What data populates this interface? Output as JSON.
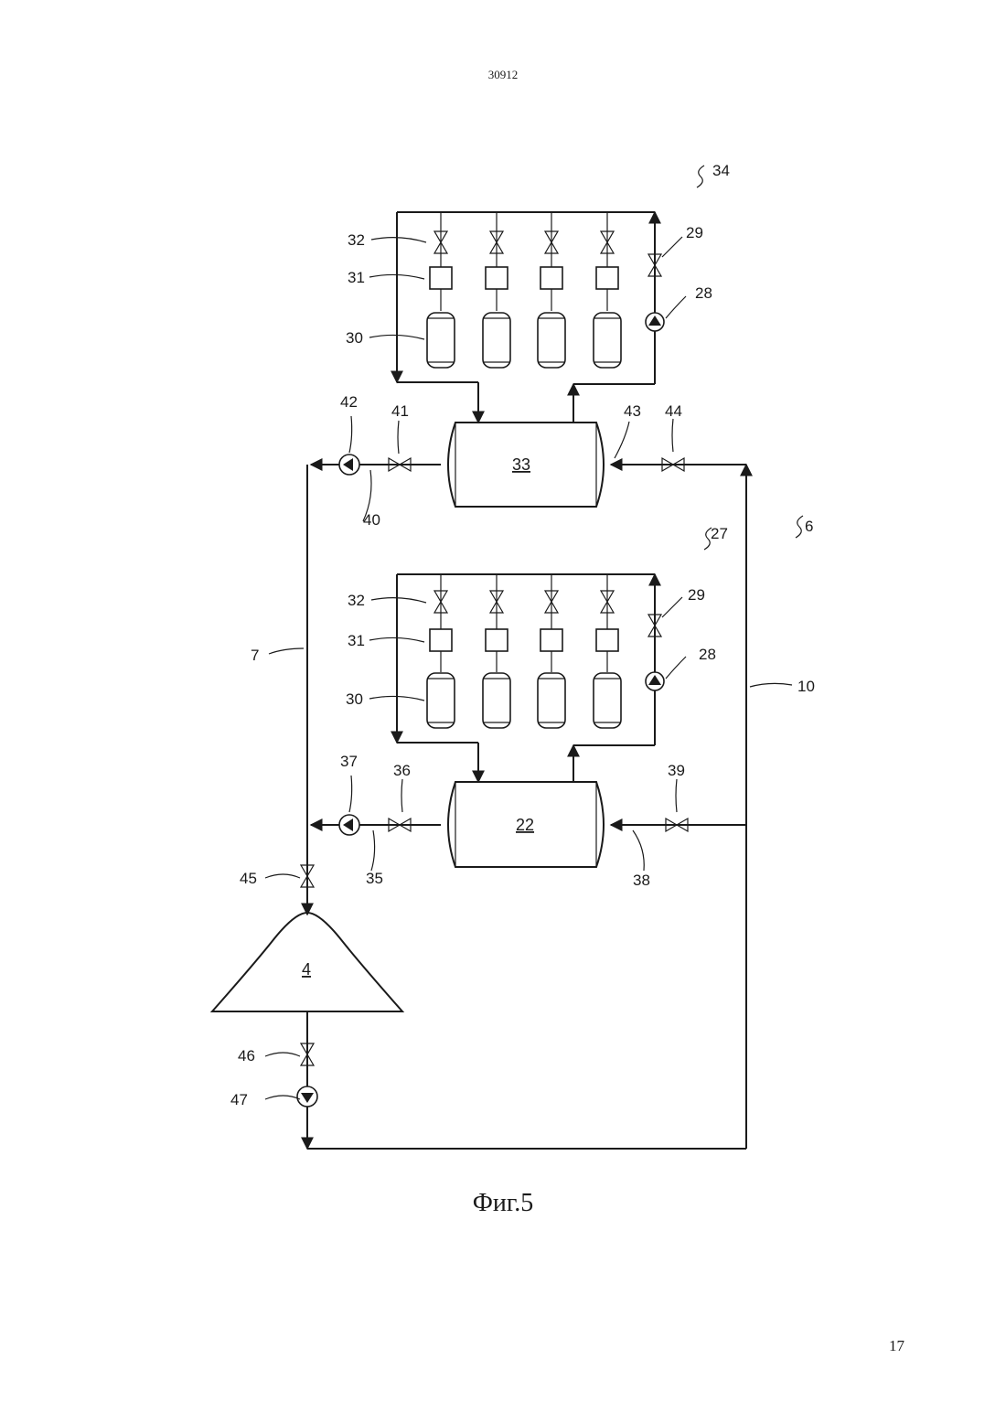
{
  "header": {
    "doc_number": "30912"
  },
  "footer": {
    "page_number": "17"
  },
  "figure": {
    "caption": "Фиг.5"
  },
  "labels": {
    "l34": "34",
    "l32a": "32",
    "l29a": "29",
    "l31a": "31",
    "l28a": "28",
    "l30a": "30",
    "l42": "42",
    "l41": "41",
    "l43": "43",
    "l44": "44",
    "l40": "40",
    "l33": "33",
    "l27": "27",
    "l6": "6",
    "l32b": "32",
    "l29b": "29",
    "l31b": "31",
    "l28b": "28",
    "l30b": "30",
    "l7": "7",
    "l10": "10",
    "l37": "37",
    "l36": "36",
    "l39": "39",
    "l35": "35",
    "l38": "38",
    "l22": "22",
    "l45": "45",
    "l4": "4",
    "l46": "46",
    "l47": "47"
  }
}
